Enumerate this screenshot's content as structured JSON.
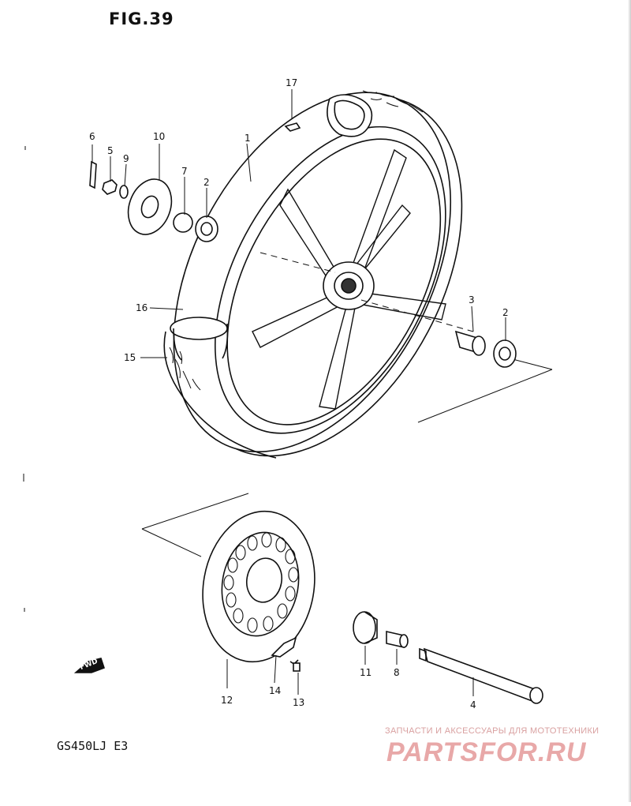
{
  "figure": {
    "title": "FIG.39",
    "model_code": "GS450LJ E3"
  },
  "arrow_label": "FWD",
  "callouts": {
    "c1": "1",
    "c2a": "2",
    "c2b": "2",
    "c3": "3",
    "c4": "4",
    "c5": "5",
    "c6": "6",
    "c7": "7",
    "c8": "8",
    "c9": "9",
    "c10": "10",
    "c11": "11",
    "c12": "12",
    "c13": "13",
    "c14": "14",
    "c15": "15",
    "c16": "16",
    "c17": "17"
  },
  "watermark": {
    "tagline": "ЗАПЧАСТИ И АКСЕССУАРЫ ДЛЯ МОТОТЕХНИКИ",
    "logo": "PARTSFOR.RU"
  }
}
